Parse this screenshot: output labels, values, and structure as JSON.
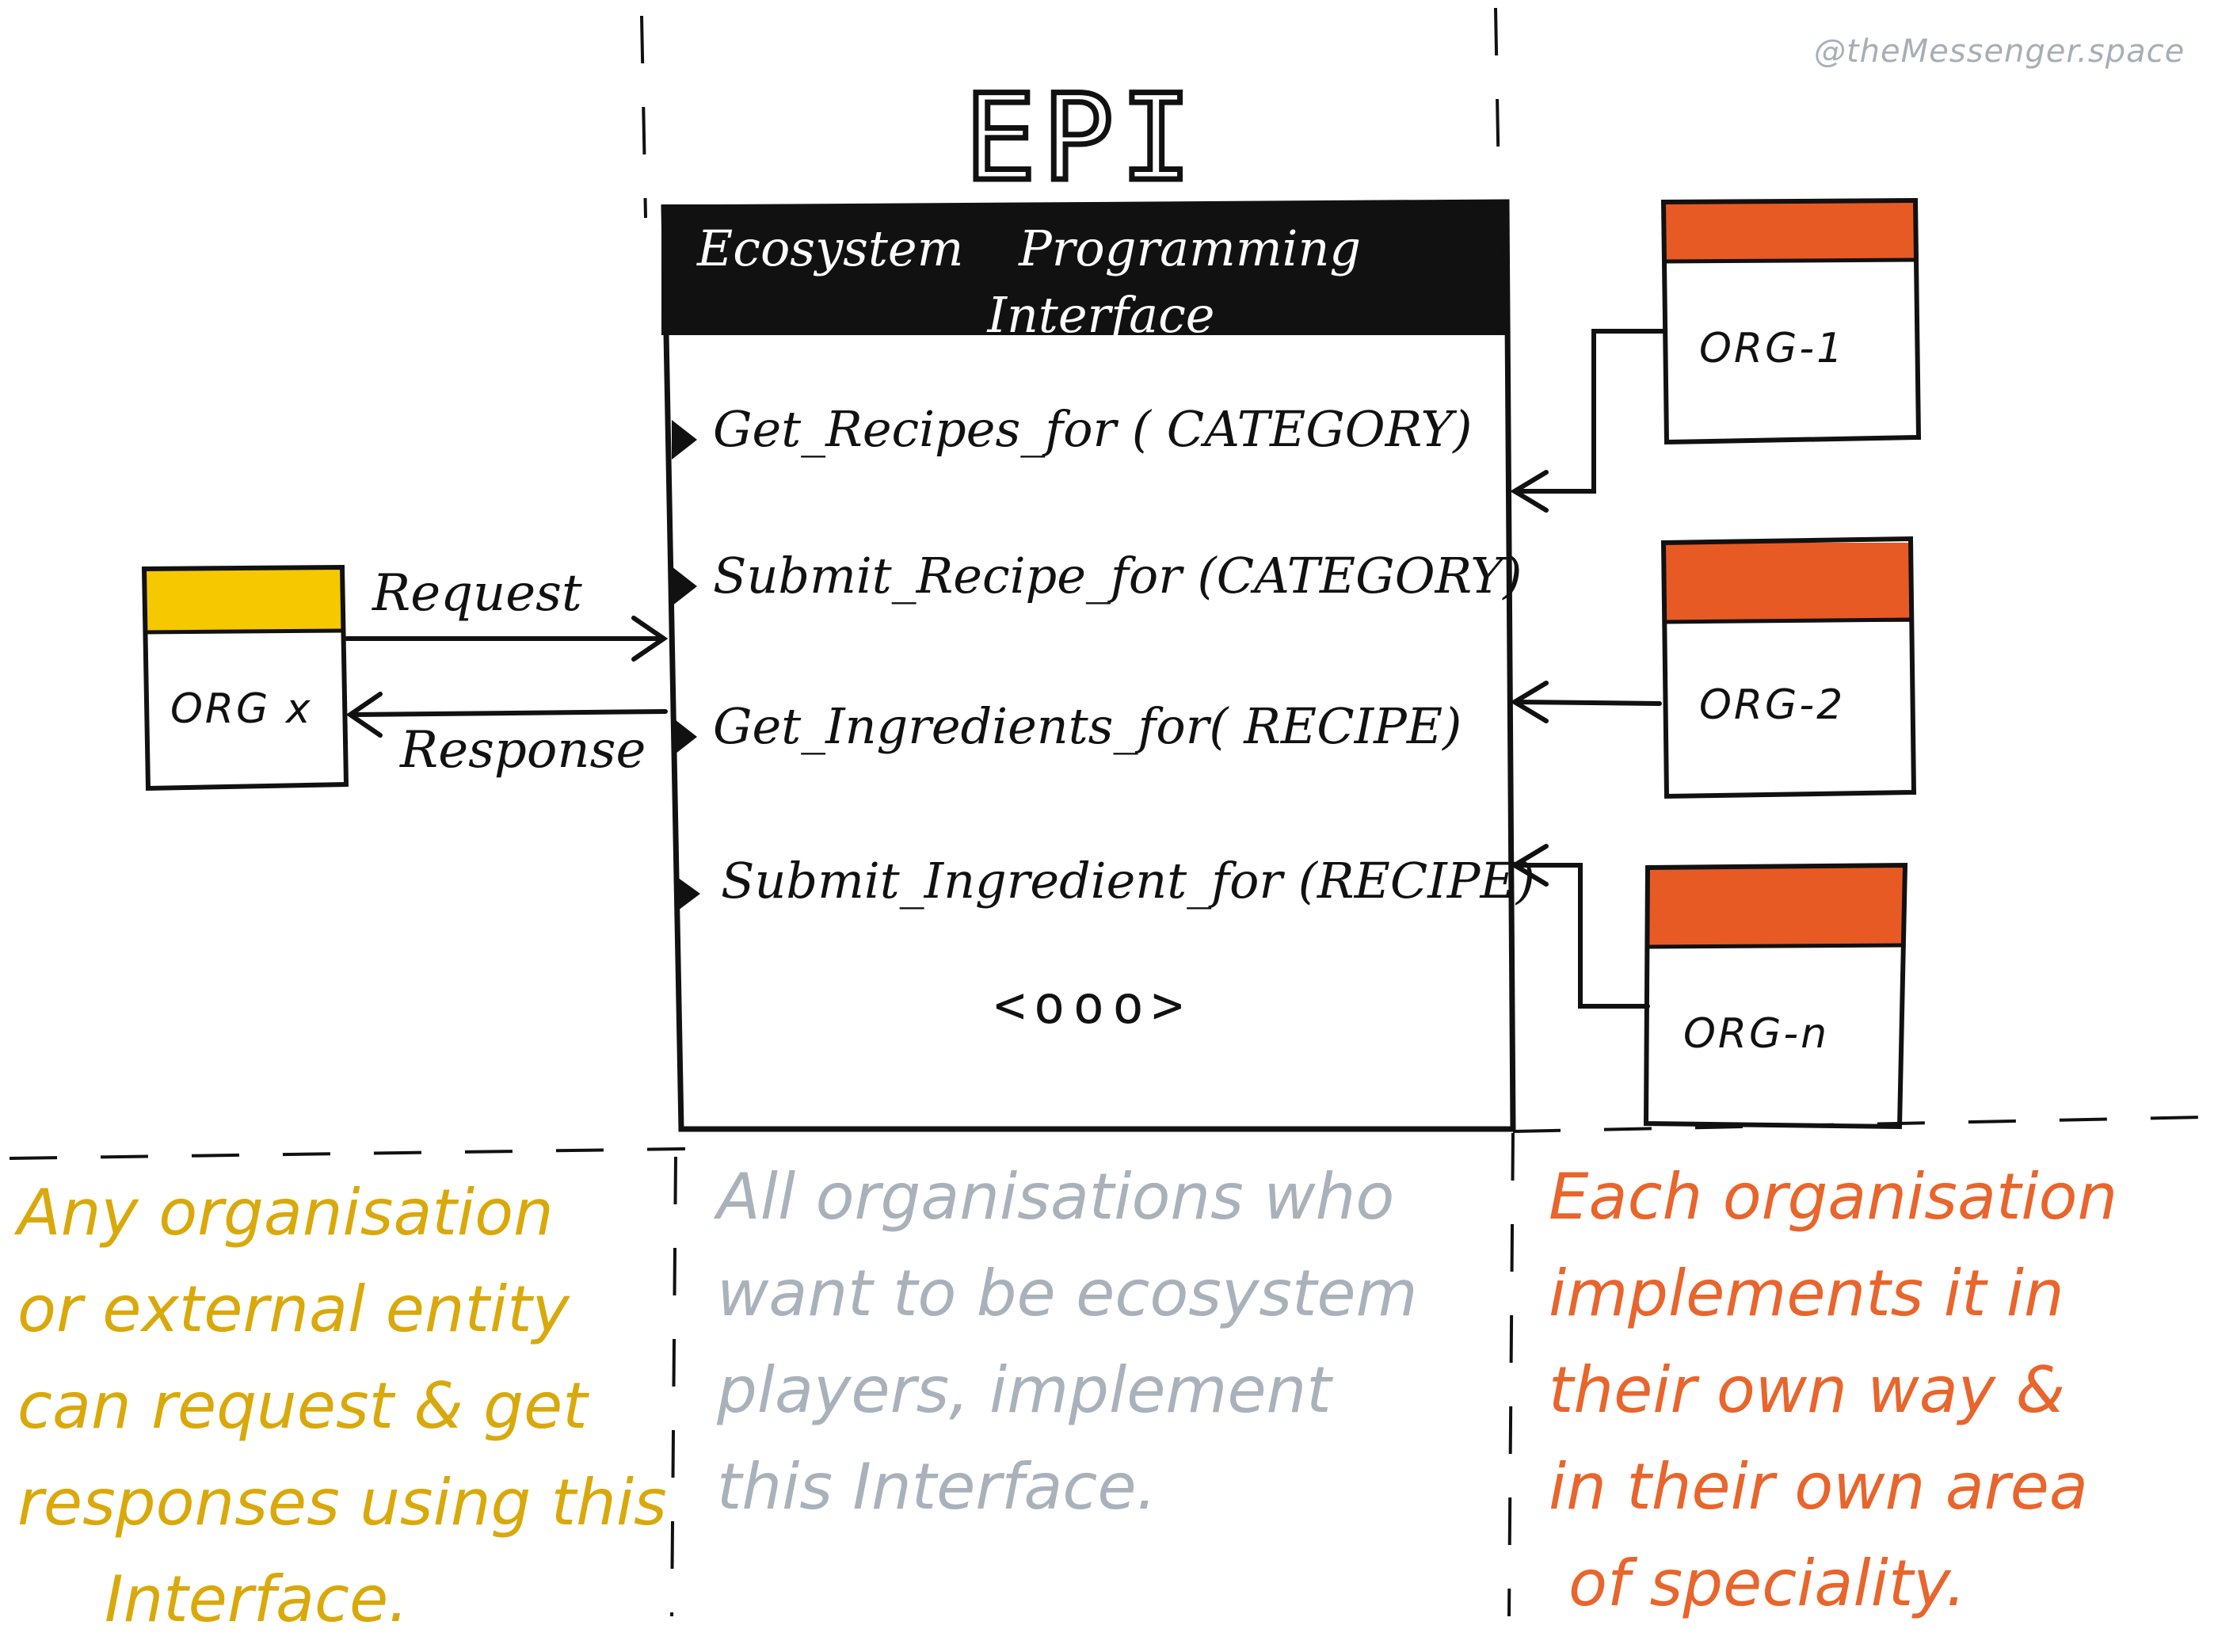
{
  "watermark": "@theMessenger.space",
  "title": "EPI",
  "interface_box": {
    "header_line1": "Ecosystem Programming",
    "header_line2": "Interface",
    "methods": [
      "Get_Recipes_for ( CATEGORY)",
      "Submit_Recipe_for (CATEGORY)",
      "Get_Ingredients_for( RECIPE)",
      "Submit_Ingredient_for (RECIPE)"
    ],
    "ellipsis": "<ooo>"
  },
  "requester": {
    "label": "ORG x",
    "header_color": "#f5c800",
    "request_label": "Request",
    "response_label": "Response"
  },
  "implementers": [
    {
      "label": "ORG-1",
      "header_color": "#e85a24"
    },
    {
      "label": "ORG-2",
      "header_color": "#e85a24"
    },
    {
      "label": "ORG-n",
      "header_color": "#e85a24"
    }
  ],
  "notes": {
    "left": {
      "color": "#d9a90b",
      "lines": [
        "Any organisation",
        "or external entity",
        "can request & get",
        "responses using this",
        "Interface."
      ]
    },
    "middle": {
      "color": "#a9b1ba",
      "lines": [
        "All organisations who",
        "want to be ecosystem",
        "players, implement",
        "this Interface."
      ]
    },
    "right": {
      "color": "#e8652c",
      "lines": [
        "Each organisation",
        "implements it in",
        "their own way &",
        "in their own area",
        "of speciality."
      ]
    }
  }
}
